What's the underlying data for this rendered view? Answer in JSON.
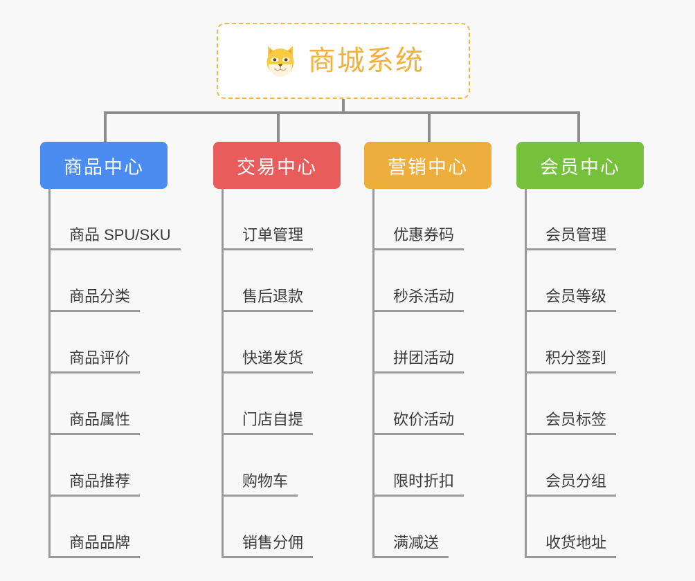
{
  "background_color": "#f8f8f8",
  "root": {
    "title": "商城系统",
    "icon": "shiba-dog-face-icon",
    "text_color": "#f2b03c",
    "border_color": "#f2b544",
    "fill_color": "#ffffff"
  },
  "connector_color": "#8d8d8d",
  "leaf_line_color": "#9a9a9a",
  "leaf_text_color": "#3a3a3a",
  "columns": [
    {
      "header": "商品中心",
      "color": "#4a8cef",
      "items": [
        "商品 SPU/SKU",
        "商品分类",
        "商品评价",
        "商品属性",
        "商品推荐",
        "商品品牌"
      ]
    },
    {
      "header": "交易中心",
      "color": "#e85c5c",
      "items": [
        "订单管理",
        "售后退款",
        "快递发货",
        "门店自提",
        "购物车",
        "销售分佣"
      ]
    },
    {
      "header": "营销中心",
      "color": "#eeae3c",
      "items": [
        "优惠券码",
        "秒杀活动",
        "拼团活动",
        "砍价活动",
        "限时折扣",
        "满减送"
      ]
    },
    {
      "header": "会员中心",
      "color": "#76c13c",
      "items": [
        "会员管理",
        "会员等级",
        "积分签到",
        "会员标签",
        "会员分组",
        "收货地址"
      ]
    }
  ]
}
